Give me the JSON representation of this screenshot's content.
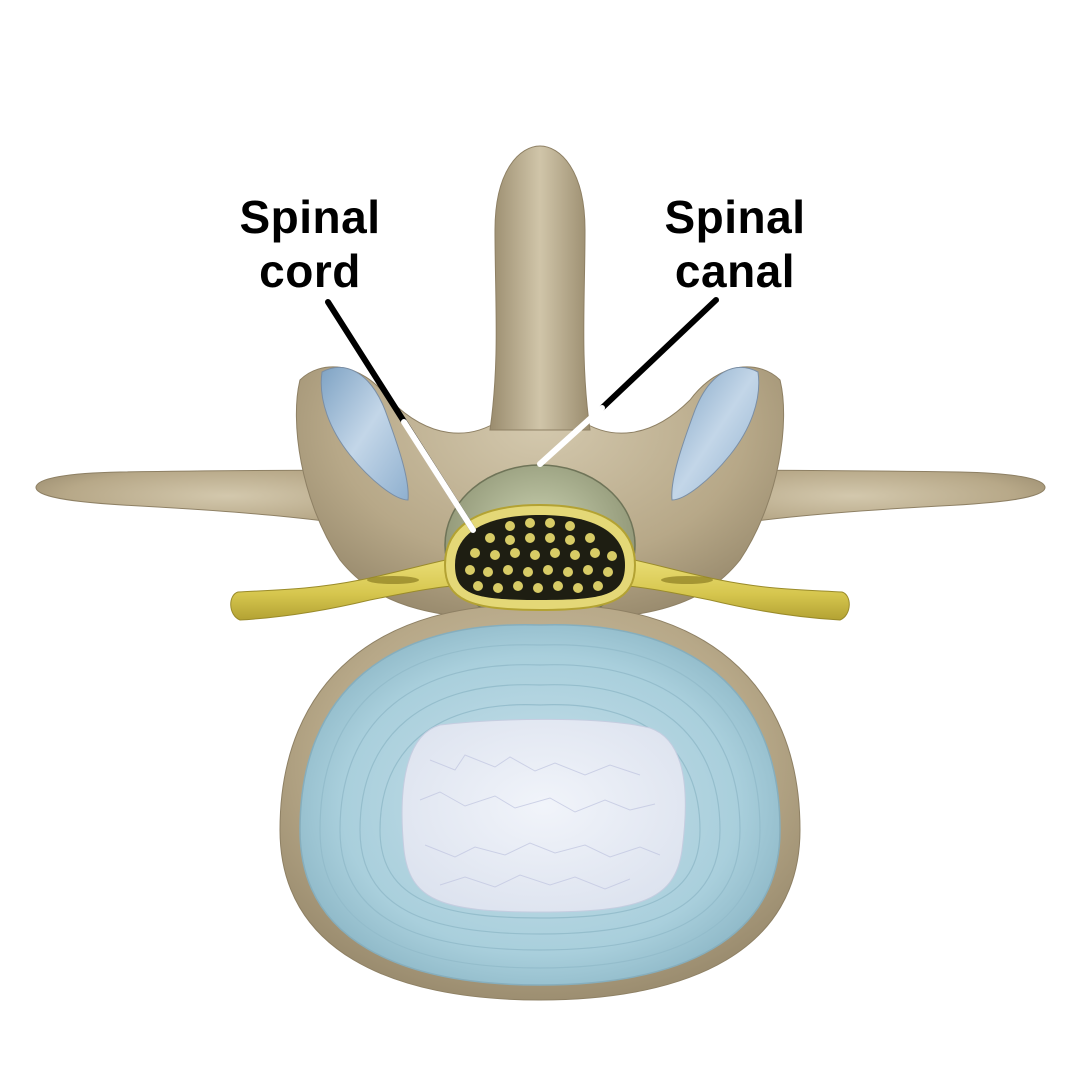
{
  "labels": {
    "spinal_cord": {
      "line1": "Spinal",
      "line2": "cord"
    },
    "spinal_canal": {
      "line1": "Spinal",
      "line2": "canal"
    }
  },
  "colors": {
    "background": "#ffffff",
    "bone": "#b7a888",
    "bone_shadow": "#8e8064",
    "bone_highlight": "#d6cbb2",
    "disc_annulus": "#a9cfdc",
    "disc_nucleus": "#e6ecf4",
    "cartilage": "#a9c3d9",
    "nerve": "#d9cc55",
    "cord_dark": "#1e1e12",
    "cord_dots": "#d8cc66",
    "leader_line_outer": "#000000",
    "leader_line_inner": "#ffffff",
    "label_text": "#000000"
  }
}
